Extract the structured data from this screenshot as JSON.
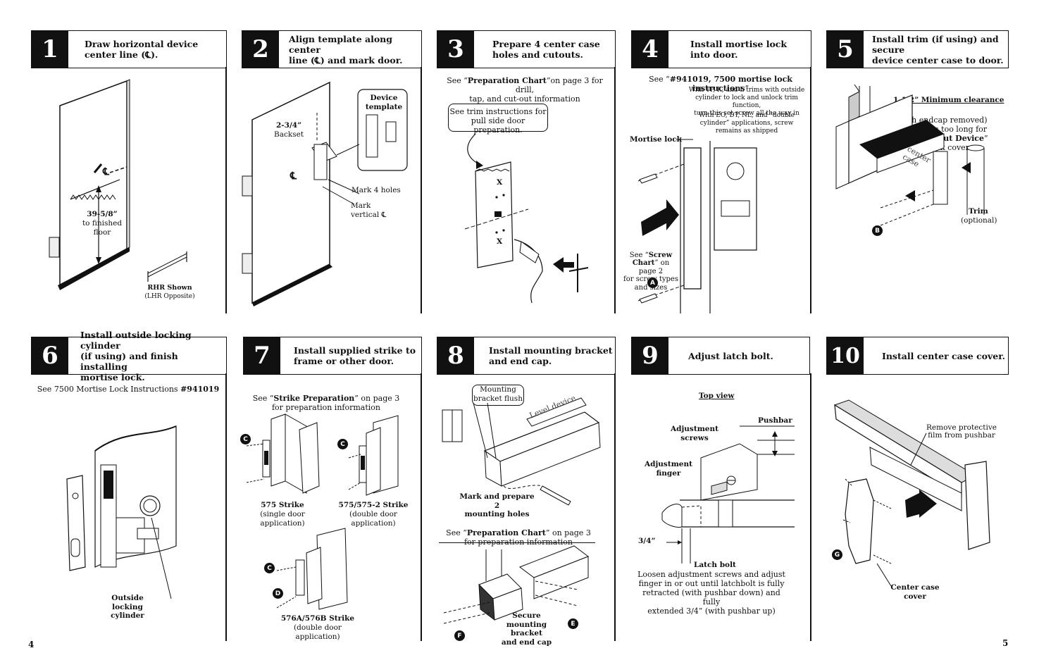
{
  "steps": [
    {
      "num": "1",
      "title": "Draw horizontal device\ncenter line (℄)."
    },
    {
      "num": "2",
      "title": "Align template along center\nline (℄) and mark door."
    },
    {
      "num": "3",
      "title": "Prepare 4 center case\nholes and cutouts."
    },
    {
      "num": "4",
      "title": "Install mortise lock\ninto door."
    },
    {
      "num": "5",
      "title": "Install trim (if using) and secure\ndevice center case to door."
    },
    {
      "num": "6",
      "title": "Install outside locking cylinder\n(if using) and finish installing\nmortise lock."
    },
    {
      "num": "7",
      "title": "Install supplied strike to\nframe or other door."
    },
    {
      "num": "8",
      "title": "Install mounting bracket\nand end cap."
    },
    {
      "num": "9",
      "title": "Adjust latch bolt."
    },
    {
      "num": "10",
      "title": "Install center case cover."
    }
  ],
  "step1": {
    "dim_value": "39-5/8”",
    "dim_text": "to finished\nfloor",
    "cl": "℄",
    "rhr": "RHR Shown",
    "lhr": "(LHR Opposite)"
  },
  "step2": {
    "backset_value": "2-3/4”",
    "backset_text": "Backset",
    "template": "Device\ntemplate",
    "mark_holes": "Mark 4 holes",
    "mark_vertical": "Mark\nvertical ℄",
    "cl": "℄"
  },
  "step3": {
    "see_pre": "See “",
    "see_bold": "Preparation Chart",
    "see_post": "”on page 3 for drill,\ntap, and cut-out information",
    "trim_box": "See trim instructions for\npull side door preparation.",
    "x": "X"
  },
  "step4": {
    "see_pre": "See “",
    "see_bold": "#941019, 7500 mortise lock instructions",
    "see_post": "”",
    "note1": "With TP, K, and L trims with outside\ncylinder to lock and unlock trim function,\nturn this set screw all the way in",
    "note2": "With EO, DT, NL, and “double\ncylinder” applications, screw\nremains as shipped",
    "mortise_lock": "Mortise lock",
    "screw_pre": "See “",
    "screw_bold": "Screw\nChart",
    "screw_post": "” on page 2\nfor screw types\nand sizes",
    "callout": "A"
  },
  "step5": {
    "clearance": "1-1/2” Minimum clearance",
    "clearance_note": "(with endcap removed)\nif device is too long for\ndoor, see “",
    "cut_device": "Cut Device",
    "clearance_end": "”\non back cover",
    "center_case": "center\ncase",
    "trim": "Trim",
    "trim_opt": "(optional)",
    "callout": "B"
  },
  "step6": {
    "see_pre": "See 7500 Mortise Lock Instructions ",
    "see_bold": "#941019",
    "cylinder": "Outside locking\ncylinder"
  },
  "step7": {
    "see_pre": "See “",
    "see_bold": "Strike Preparation",
    "see_post": "” on page 3\nfor preparation information",
    "s575": "575 Strike",
    "s575_note": "(single door\napplication)",
    "s5752": "575/575-2 Strike",
    "s5752_note": "(double door\napplication)",
    "s576": "576A/576B Strike",
    "s576_note": "(double door\napplication)",
    "callout_c": "C",
    "callout_d": "D"
  },
  "step8": {
    "flush": "Mounting\nbracket flush",
    "level": "Level device",
    "mark": "Mark and prepare 2\nmounting holes",
    "see_pre": "See “",
    "see_bold": "Preparation Chart",
    "see_post": "” on page 3\nfor preparation information",
    "secure": "Secure\nmounting bracket\nand end cap",
    "callout_e": "E",
    "callout_f": "F"
  },
  "step9": {
    "top_view": "Top view",
    "pushbar": "Pushbar",
    "adj_screws": "Adjustment\nscrews",
    "adj_finger": "Adjustment\nfinger",
    "dim": "3/4”",
    "latch": "Latch bolt",
    "latch_note": "Loosen adjustment screws and adjust\nfinger in or out until latchbolt is fully\nretracted (with pushbar down) and fully\nextended 3/4” (with pushbar up)"
  },
  "step10": {
    "remove": "Remove protective\nfilm from pushbar",
    "cover": "Center case\ncover",
    "callout": "G"
  },
  "pages": {
    "left": "4",
    "right": "5"
  }
}
